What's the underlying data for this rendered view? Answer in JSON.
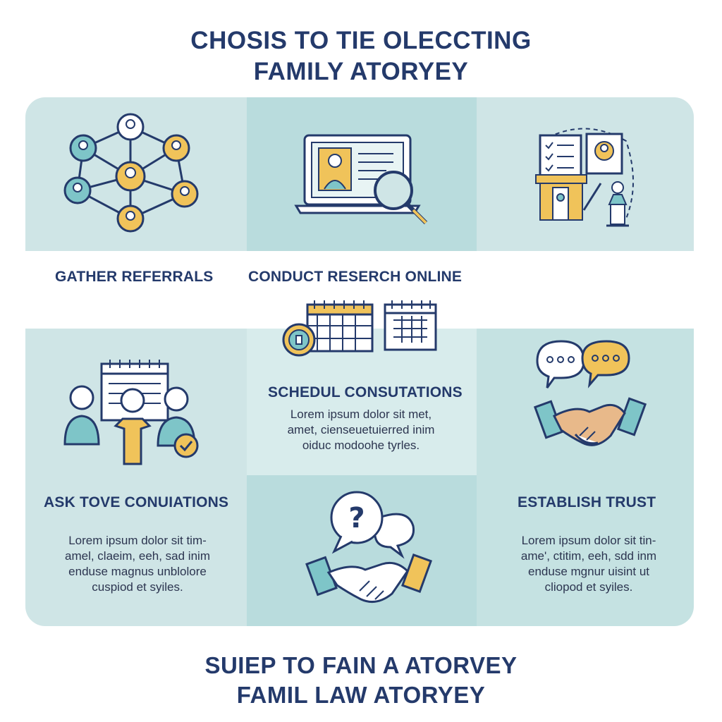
{
  "header": {
    "title_line1": "CHOSIS TO TIE OLECCTING",
    "title_line2": "FAMILY ATORYEY"
  },
  "footer": {
    "line1": "SUIEP TO FAIN A ATORVEY",
    "line2": "FAMIL LAW  ATORYEY"
  },
  "steps": {
    "referrals": {
      "heading": "GATHER REFERRALS"
    },
    "research": {
      "heading": "CONDUCT RESERCH ONLINE"
    },
    "schedule": {
      "heading": "SCHEDUL CONSUTATIONS",
      "body": [
        "Lorem ipsum dolor sit met,",
        "amet, cienseuetuierred inim",
        "oiduc modoohe tyrles."
      ]
    },
    "ask": {
      "heading": "ASK  TOVE CONUIATIONS",
      "body": [
        "Lorem ipsum dolor sit tim-",
        "amel, claeim, eeh, sad  inim",
        "enduse magnus unblolore",
        "cuspiod et syiles."
      ]
    },
    "trust": {
      "heading": "ESTABLISH TRUST",
      "body": [
        "Lorem ipsum dolor sit tin-",
        "ame', ctitim,  eeh, sdd inm",
        "enduse mgnur uisint  ut",
        "cliopod et syiles."
      ]
    }
  },
  "icons": {
    "network": "people-network-icon",
    "laptop": "laptop-search-icon",
    "courtroom": "courtroom-checklist-icon",
    "calendars": "calendar-schedule-icon",
    "consult": "people-calendar-icon",
    "handshake_question": "handshake-question-icon",
    "handshake_chat": "handshake-chat-icon"
  },
  "colors": {
    "navy": "#243a6b",
    "teal_light": "#cfe5e6",
    "teal_mid": "#b9dcdd",
    "gold": "#f0c35a",
    "icon_teal": "#7ec5c8"
  }
}
